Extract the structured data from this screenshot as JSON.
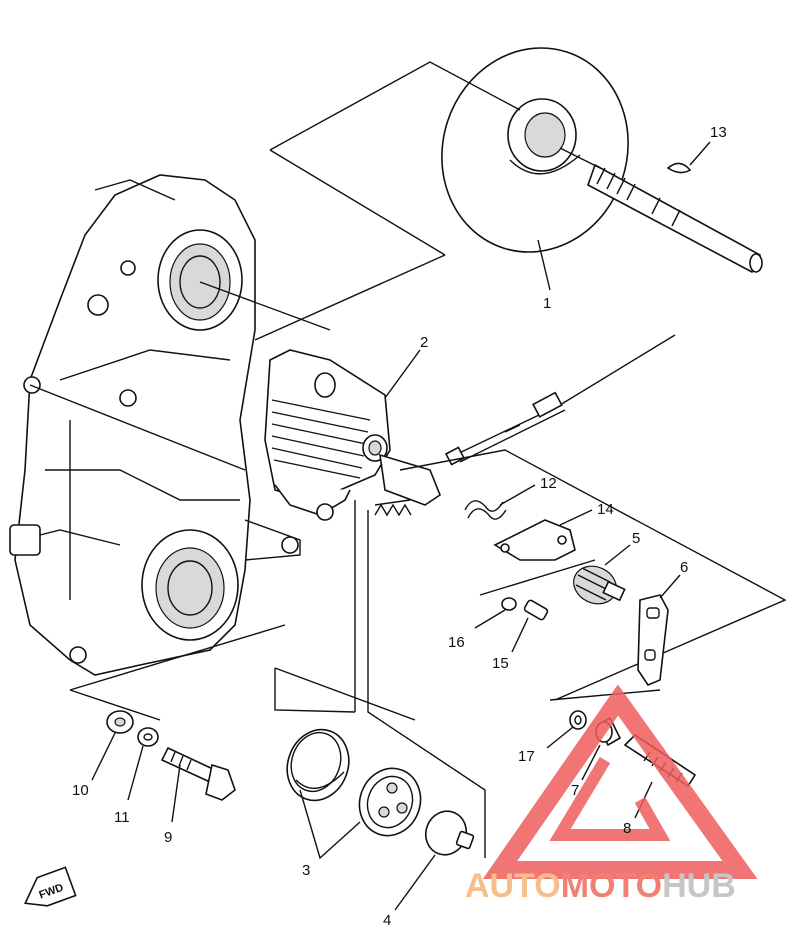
{
  "parts": [
    {
      "id": "p1",
      "label": "1"
    },
    {
      "id": "p2",
      "label": "2"
    },
    {
      "id": "p3",
      "label": "3"
    },
    {
      "id": "p4",
      "label": "4"
    },
    {
      "id": "p5",
      "label": "5"
    },
    {
      "id": "p6",
      "label": "6"
    },
    {
      "id": "p7",
      "label": "7"
    },
    {
      "id": "p8",
      "label": "8"
    },
    {
      "id": "p9",
      "label": "9"
    },
    {
      "id": "p10",
      "label": "10"
    },
    {
      "id": "p11",
      "label": "11"
    },
    {
      "id": "p12",
      "label": "12"
    },
    {
      "id": "p13",
      "label": "13"
    },
    {
      "id": "p14",
      "label": "14"
    },
    {
      "id": "p15",
      "label": "15"
    },
    {
      "id": "p16",
      "label": "16"
    },
    {
      "id": "p17",
      "label": "17"
    }
  ],
  "fwd_badge": "FWD",
  "watermark": {
    "auto": "AUTO",
    "moto": "MOTO",
    "hub": "HUB",
    "colors": {
      "auto": "#f5b27a",
      "moto": "#ef6a5a",
      "hub": "#bdbdbd",
      "triangle": "#ef5d5d"
    }
  }
}
